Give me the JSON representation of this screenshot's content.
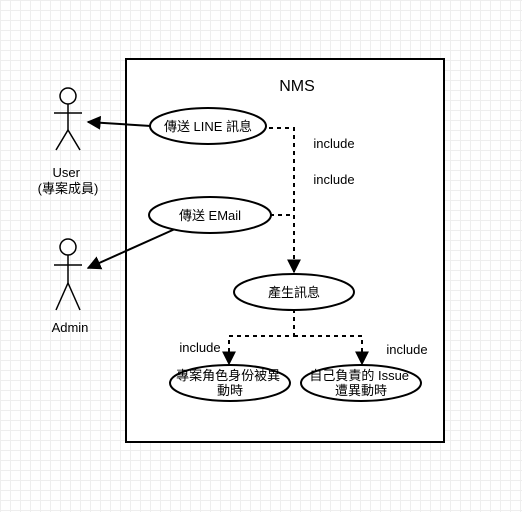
{
  "system": {
    "title": "NMS"
  },
  "actors": [
    {
      "id": "user",
      "lines": [
        "User",
        "(專案成員)"
      ]
    },
    {
      "id": "admin",
      "lines": [
        "Admin"
      ]
    }
  ],
  "use_cases": {
    "send_line": {
      "lines": [
        "傳送 LINE 訊息"
      ]
    },
    "send_email": {
      "lines": [
        "傳送 EMail"
      ]
    },
    "generate": {
      "lines": [
        "產生訊息"
      ]
    },
    "role_change": {
      "lines": [
        "專案角色身份被異",
        "動時"
      ]
    },
    "issue_change": {
      "lines": [
        "自己負責的 Issue",
        "遭異動時"
      ]
    }
  },
  "relations": {
    "include_1": "include",
    "include_2": "include",
    "include_3": "include",
    "include_4": "include"
  }
}
